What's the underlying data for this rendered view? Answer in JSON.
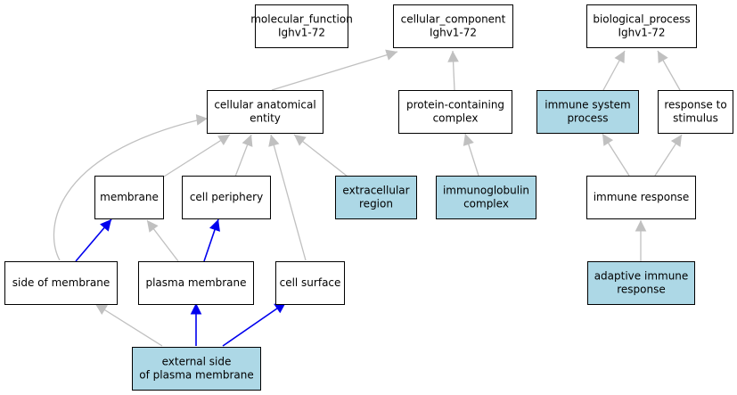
{
  "colors": {
    "highlight_fill": "#add8e6",
    "plain_fill": "#ffffff",
    "gray_edge": "#c0c0c0",
    "blue_edge": "#0000ee"
  },
  "nodes": {
    "molecular_function": {
      "lines": [
        "molecular_function",
        "Ighv1-72"
      ],
      "highlighted": false
    },
    "cellular_component": {
      "lines": [
        "cellular_component",
        "Ighv1-72"
      ],
      "highlighted": false
    },
    "biological_process": {
      "lines": [
        "biological_process",
        "Ighv1-72"
      ],
      "highlighted": false
    },
    "cellular_anatomical_entity": {
      "lines": [
        "cellular anatomical",
        "entity"
      ],
      "highlighted": false
    },
    "protein_containing_complex": {
      "lines": [
        "protein-containing",
        "complex"
      ],
      "highlighted": false
    },
    "immune_system_process": {
      "lines": [
        "immune system",
        "process"
      ],
      "highlighted": true
    },
    "response_to_stimulus": {
      "lines": [
        "response to",
        "stimulus"
      ],
      "highlighted": false
    },
    "membrane": {
      "lines": [
        "membrane"
      ],
      "highlighted": false
    },
    "cell_periphery": {
      "lines": [
        "cell periphery"
      ],
      "highlighted": false
    },
    "extracellular_region": {
      "lines": [
        "extracellular",
        "region"
      ],
      "highlighted": true
    },
    "immunoglobulin_complex": {
      "lines": [
        "immunoglobulin",
        "complex"
      ],
      "highlighted": true
    },
    "immune_response": {
      "lines": [
        "immune response"
      ],
      "highlighted": false
    },
    "side_of_membrane": {
      "lines": [
        "side of membrane"
      ],
      "highlighted": false
    },
    "plasma_membrane": {
      "lines": [
        "plasma membrane"
      ],
      "highlighted": false
    },
    "cell_surface": {
      "lines": [
        "cell surface"
      ],
      "highlighted": false
    },
    "adaptive_immune_response": {
      "lines": [
        "adaptive immune",
        "response"
      ],
      "highlighted": true
    },
    "external_side_of_plasma_membrane": {
      "lines": [
        "external side",
        "of plasma membrane"
      ],
      "highlighted": true
    }
  },
  "edges": [
    {
      "from": "cellular_anatomical_entity",
      "to": "cellular_component",
      "type": "is_a"
    },
    {
      "from": "protein_containing_complex",
      "to": "cellular_component",
      "type": "is_a"
    },
    {
      "from": "immune_system_process",
      "to": "biological_process",
      "type": "is_a"
    },
    {
      "from": "response_to_stimulus",
      "to": "biological_process",
      "type": "is_a"
    },
    {
      "from": "membrane",
      "to": "cellular_anatomical_entity",
      "type": "is_a"
    },
    {
      "from": "cell_periphery",
      "to": "cellular_anatomical_entity",
      "type": "is_a"
    },
    {
      "from": "extracellular_region",
      "to": "cellular_anatomical_entity",
      "type": "is_a"
    },
    {
      "from": "side_of_membrane",
      "to": "cellular_anatomical_entity",
      "type": "is_a"
    },
    {
      "from": "cell_surface",
      "to": "cellular_anatomical_entity",
      "type": "is_a"
    },
    {
      "from": "immunoglobulin_complex",
      "to": "protein_containing_complex",
      "type": "is_a"
    },
    {
      "from": "immune_response",
      "to": "immune_system_process",
      "type": "is_a"
    },
    {
      "from": "immune_response",
      "to": "response_to_stimulus",
      "type": "is_a"
    },
    {
      "from": "side_of_membrane",
      "to": "membrane",
      "type": "part_of"
    },
    {
      "from": "plasma_membrane",
      "to": "membrane",
      "type": "is_a"
    },
    {
      "from": "plasma_membrane",
      "to": "cell_periphery",
      "type": "part_of"
    },
    {
      "from": "adaptive_immune_response",
      "to": "immune_response",
      "type": "is_a"
    },
    {
      "from": "external_side_of_plasma_membrane",
      "to": "side_of_membrane",
      "type": "is_a"
    },
    {
      "from": "external_side_of_plasma_membrane",
      "to": "plasma_membrane",
      "type": "part_of"
    },
    {
      "from": "external_side_of_plasma_membrane",
      "to": "cell_surface",
      "type": "part_of"
    }
  ]
}
